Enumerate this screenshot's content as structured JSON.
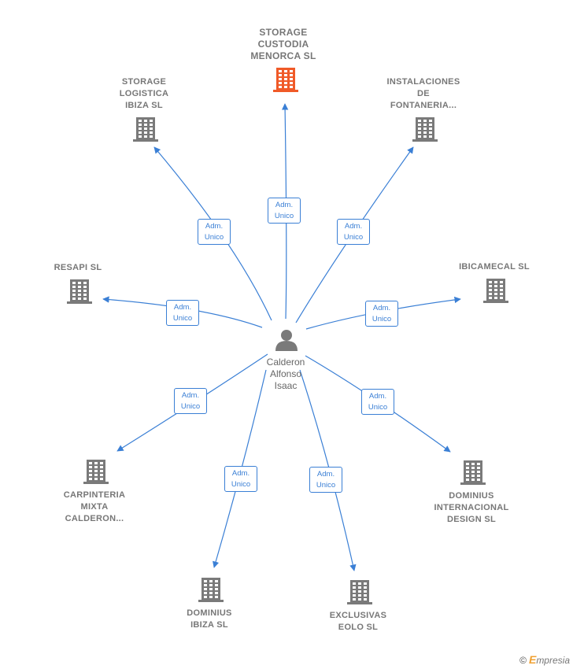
{
  "colors": {
    "edge": "#3a7fd5",
    "building": "#7a7a7a",
    "building_highlight": "#f05a28",
    "person": "#7a7a7a"
  },
  "person": {
    "name": "Calderon\nAlfonso\nIsaac",
    "icon": "person-icon"
  },
  "companies": [
    {
      "id": "storage-custodia",
      "label": "STORAGE\nCUSTODIA\nMENORCA  SL",
      "highlight": true,
      "relation": "Adm.\nUnico"
    },
    {
      "id": "storage-logistica",
      "label": "STORAGE\nLOGISTICA\nIBIZA  SL",
      "highlight": false,
      "relation": "Adm.\nUnico"
    },
    {
      "id": "instalaciones",
      "label": "INSTALACIONES\nDE\nFONTANERIA...",
      "highlight": false,
      "relation": "Adm.\nUnico"
    },
    {
      "id": "resapi",
      "label": "RESAPI  SL",
      "highlight": false,
      "relation": "Adm.\nUnico"
    },
    {
      "id": "ibicamecal",
      "label": "IBICAMECAL SL",
      "highlight": false,
      "relation": "Adm.\nUnico"
    },
    {
      "id": "carpinteria",
      "label": "CARPINTERIA\nMIXTA\nCALDERON...",
      "highlight": false,
      "relation": "Adm.\nUnico"
    },
    {
      "id": "dominius-internacional",
      "label": "DOMINIUS\nINTERNACIONAL\nDESIGN SL",
      "highlight": false,
      "relation": "Adm.\nUnico"
    },
    {
      "id": "dominius-ibiza",
      "label": "DOMINIUS\nIBIZA  SL",
      "highlight": false,
      "relation": "Adm.\nUnico"
    },
    {
      "id": "exclusivas-eolo",
      "label": "EXCLUSIVAS\nEOLO  SL",
      "highlight": false,
      "relation": "Adm.\nUnico"
    }
  ],
  "footer": {
    "copyright": "©",
    "brand_initial": "E",
    "brand_rest": "mpresia"
  }
}
